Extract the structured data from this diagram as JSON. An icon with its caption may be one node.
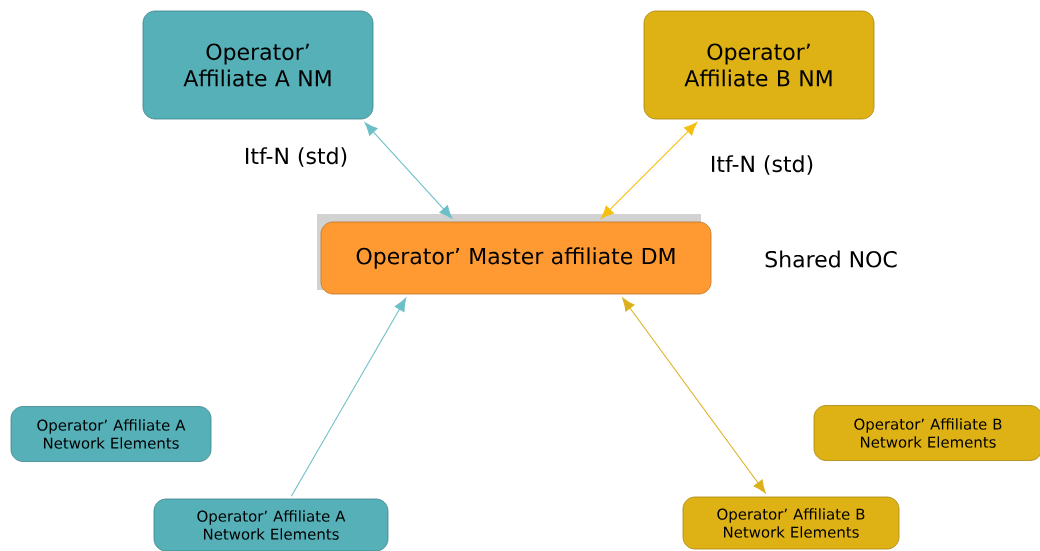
{
  "diagram": {
    "nodes": [
      {
        "text": [
          "Operator’ Affiliate A NM"
        ]
      },
      {
        "text": [
          "Operator’ Affiliate B NM"
        ]
      },
      {
        "text": [
          "Operator’ Master affiliate DM"
        ],
        "beside": [
          "Shared NOC"
        ]
      },
      {
        "text": [
          "Operator’ Affiliate A Network Elements"
        ]
      },
      {
        "text": [
          "Operator’ Affiliate A Network Elements"
        ]
      },
      {
        "text": [
          "Operator’ Affiliate B Network Elements"
        ]
      },
      {
        "text": [
          "Operator’ Affiliate B Network Elements"
        ]
      }
    ],
    "edges": [
      {
        "from": 0,
        "to": 2,
        "arrow": "both",
        "label": "Itf-N (std)",
        "color": "#6cbfc7"
      },
      {
        "from": 1,
        "to": 2,
        "arrow": "both",
        "label": "Itf-N (std)",
        "color": "#f5bf10"
      },
      {
        "from": 4,
        "to": 2,
        "arrow": "to",
        "color": "#6cbfc7"
      },
      {
        "from": 2,
        "to": 6,
        "arrow": "both",
        "color": "#dcb01c"
      }
    ]
  }
}
